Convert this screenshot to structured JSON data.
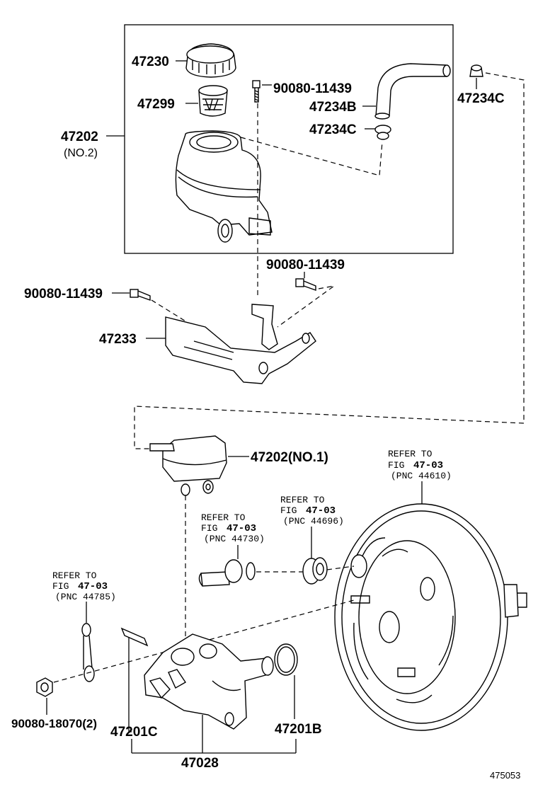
{
  "labels": {
    "p47230": "47230",
    "p47299": "47299",
    "bolt_top": "90080-11439",
    "p47234b": "47234B",
    "p47234c_a": "47234C",
    "p47234c_b": "47234C",
    "p47202": "47202",
    "p47202_no2": "(NO.2)",
    "bolt_mid": "90080-11439",
    "bolt_left": "90080-11439",
    "p47233": "47233",
    "p47202_no1": "47202(NO.1)",
    "p90080_18070": "90080-18070(2)",
    "p47201c": "47201C",
    "p47201b": "47201B",
    "p47028": "47028",
    "fig_id": "475053"
  },
  "refers": {
    "ref_44610": {
      "line1": "REFER TO",
      "fig": "FIG",
      "fignum": "47-03",
      "pnc": "(PNC 44610)"
    },
    "ref_44696": {
      "line1": "REFER TO",
      "fig": "FIG",
      "fignum": "47-03",
      "pnc": "(PNC 44696)"
    },
    "ref_44730": {
      "line1": "REFER TO",
      "fig": "FIG",
      "fignum": "47-03",
      "pnc": "(PNC 44730)"
    },
    "ref_44785": {
      "line1": "REFER TO",
      "fig": "FIG",
      "fignum": "47-03",
      "pnc": "(PNC 44785)"
    }
  }
}
